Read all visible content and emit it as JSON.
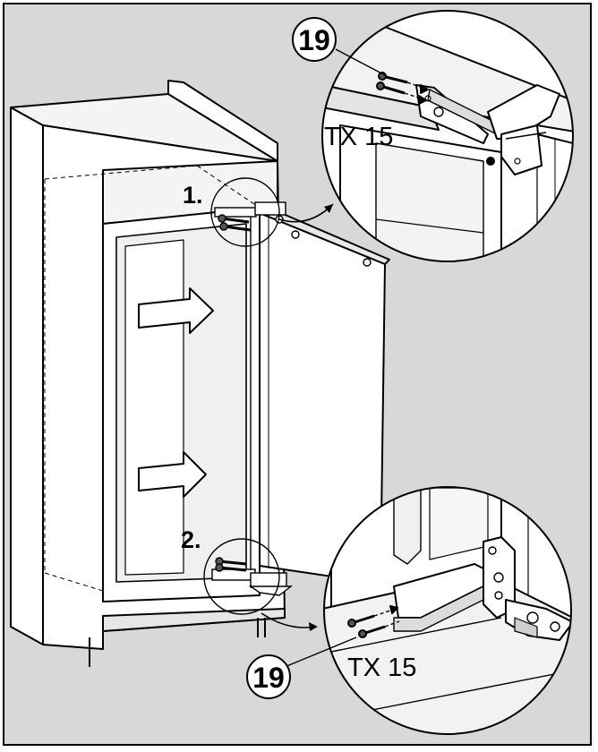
{
  "colors": {
    "background": "#d8d8d8",
    "line": "#000000",
    "panel": "#ffffff",
    "inner": "#f0f0f0",
    "shade": "#c9c9c9"
  },
  "labels": {
    "step1": "1.",
    "step2": "2.",
    "callout_top": "19",
    "callout_bottom": "19",
    "tool_top": "TX 15",
    "tool_bottom": "TX 15"
  },
  "icons": {
    "arrow_upper": "arrow-right",
    "arrow_lower": "arrow-right"
  }
}
